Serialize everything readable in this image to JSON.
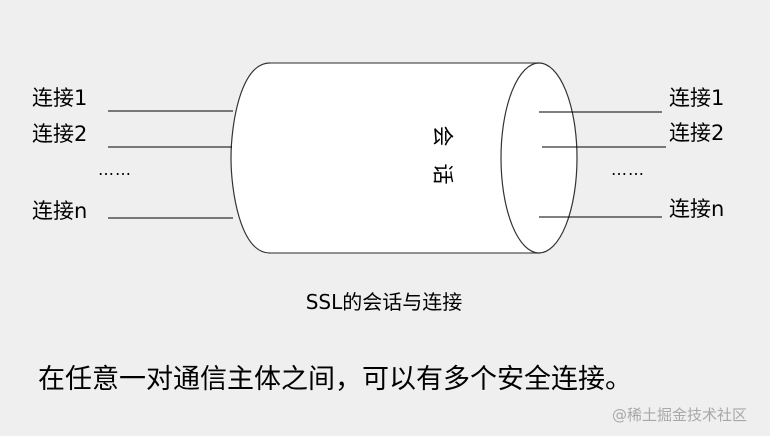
{
  "diagram": {
    "left_connections": [
      "连接1",
      "连接2",
      "连接n"
    ],
    "right_connections": [
      "连接1",
      "连接2",
      "连接n"
    ],
    "ellipsis_left": "……",
    "ellipsis_right": "……",
    "session_label": [
      "会",
      "话"
    ],
    "caption": "SSL的会话与连接"
  },
  "statement": "在任意一对通信主体之间，可以有多个安全连接。",
  "watermark": "@稀土掘金技术社区",
  "colors": {
    "background": "#efefef",
    "cylinder_fill": "#ffffff",
    "stroke": "#000000",
    "watermark": "#a8a8a8"
  }
}
